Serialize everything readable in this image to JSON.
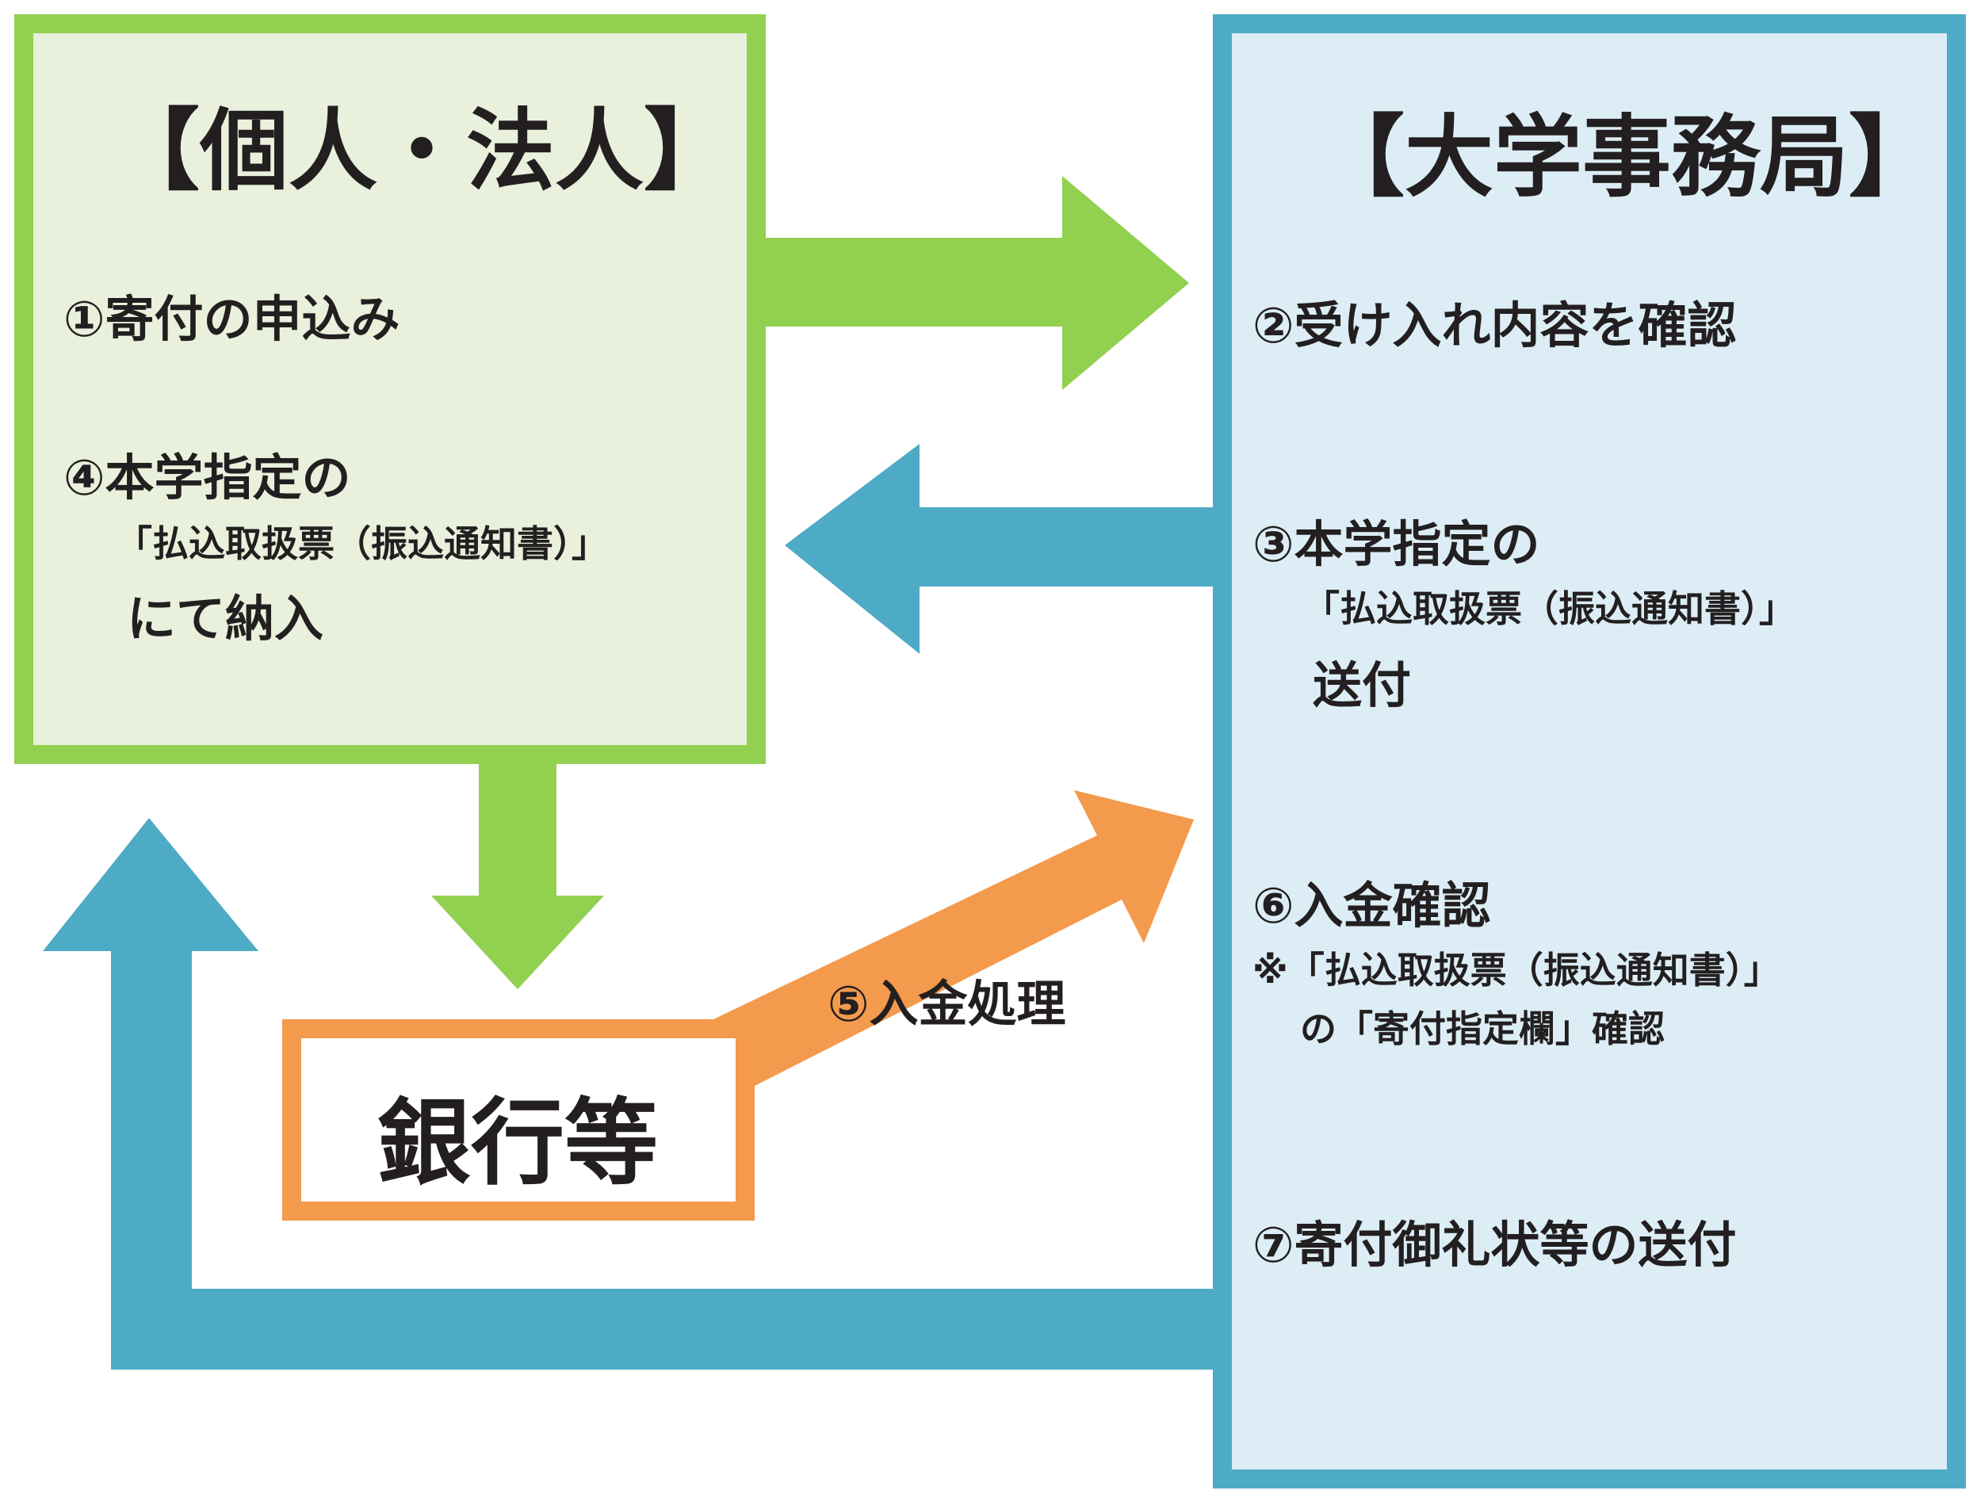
{
  "colors": {
    "green": "#92d050",
    "green_fill": "#e9f0dc",
    "blue": "#4eabc6",
    "blue_fill": "#dcedf5",
    "orange": "#f39a4c",
    "text": "#231f20"
  },
  "person": {
    "title": "【個人・法人】",
    "step1": "①寄付の申込み",
    "step4_line1": "④本学指定の",
    "step4_line2": "「払込取扱票（振込通知書）」",
    "step4_line3": "にて納入"
  },
  "office": {
    "title": "【大学事務局】",
    "step2": "②受け入れ内容を確認",
    "step3_line1": "③本学指定の",
    "step3_line2": "「払込取扱票（振込通知書）」",
    "step3_line3": "送付",
    "step6_line1": "⑥入金確認",
    "step6_line2": "※「払込取扱票（振込通知書）」",
    "step6_line3": "の「寄付指定欄」確認",
    "step7": "⑦寄付御礼状等の送付"
  },
  "bank": {
    "label": "銀行等",
    "step5": "⑤入金処理"
  }
}
